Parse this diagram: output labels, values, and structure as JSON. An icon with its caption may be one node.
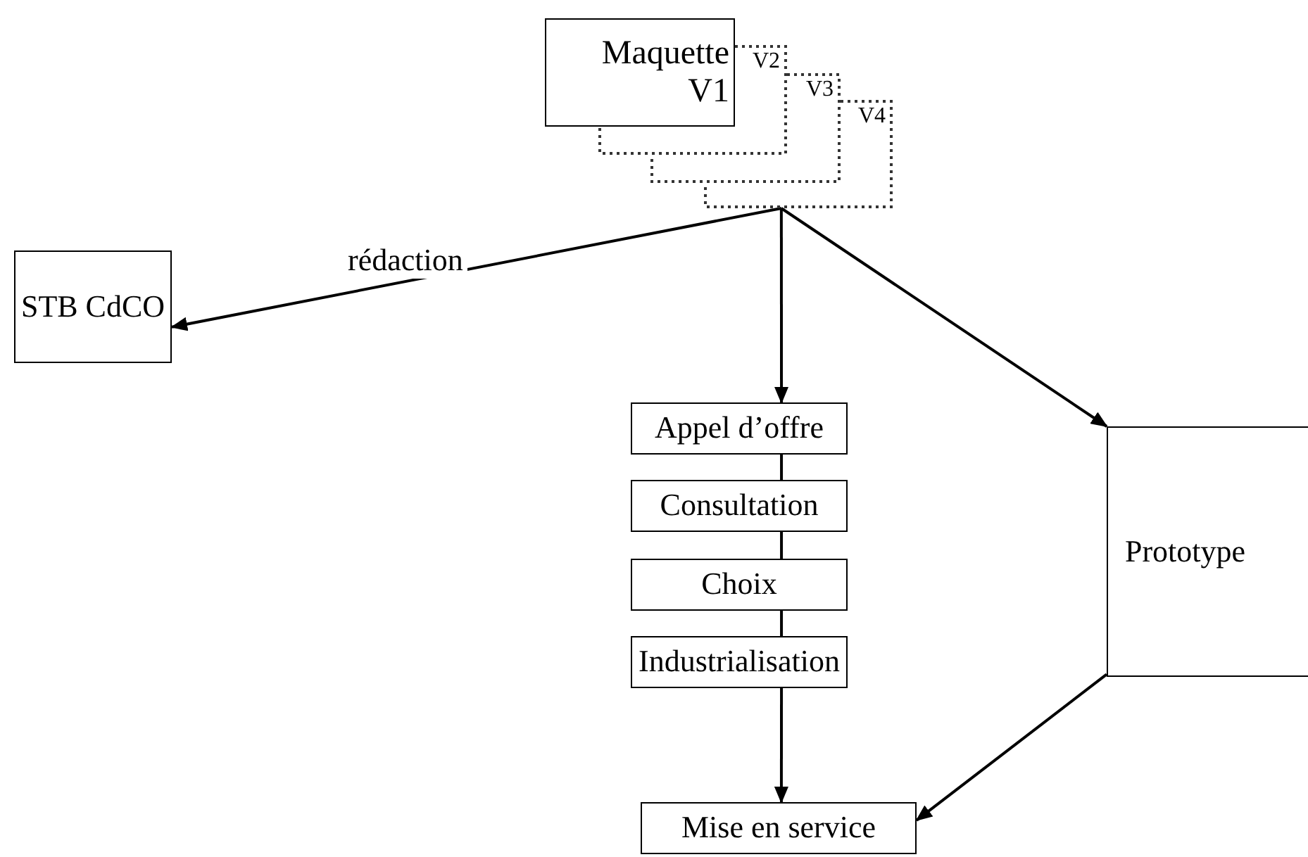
{
  "diagram": {
    "nodes": [
      {
        "text": [
          "Maquette V1"
        ]
      },
      {
        "text": [
          "V2"
        ]
      },
      {
        "text": [
          "V3"
        ]
      },
      {
        "text": [
          "V4"
        ]
      },
      {
        "text": [
          "STB CdCO"
        ]
      },
      {
        "text": [
          "Appel d’offre"
        ]
      },
      {
        "text": [
          "Consultation"
        ]
      },
      {
        "text": [
          "Choix"
        ]
      },
      {
        "text": [
          "Industrialisation"
        ]
      },
      {
        "text": [
          "Mise en service"
        ]
      },
      {
        "text": [
          "Prototype"
        ]
      }
    ],
    "edges": [
      {
        "from": 3,
        "to": 4,
        "arrow": "to",
        "label": "rédaction"
      },
      {
        "from": 3,
        "to": 5,
        "arrow": "to"
      },
      {
        "from": 3,
        "to": 10,
        "arrow": "to"
      },
      {
        "from": 5,
        "to": 6,
        "arrow": "none"
      },
      {
        "from": 6,
        "to": 7,
        "arrow": "none"
      },
      {
        "from": 7,
        "to": 8,
        "arrow": "none"
      },
      {
        "from": 8,
        "to": 9,
        "arrow": "to"
      },
      {
        "from": 10,
        "to": 9,
        "arrow": "to"
      }
    ]
  }
}
